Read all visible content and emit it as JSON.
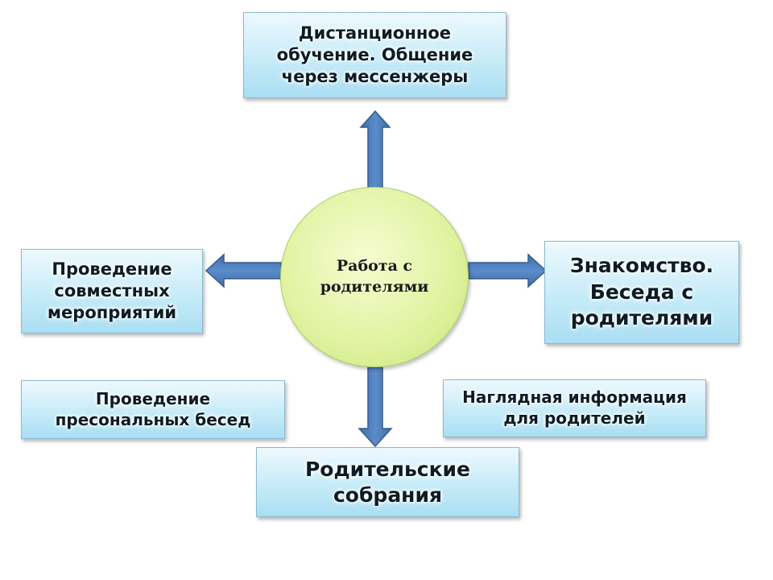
{
  "center": {
    "line1": "Работа с",
    "line2": "родителями"
  },
  "boxes": {
    "top": {
      "line1": "Дистанционное",
      "line2": "обучение. Общение",
      "line3": "через мессенжеры"
    },
    "left": {
      "line1": "Проведение",
      "line2": "совместных",
      "line3": "мероприятий"
    },
    "right": {
      "line1": "Знакомство.",
      "line2": "Беседа с",
      "line3": "родителями"
    },
    "bottom_left": {
      "line1": "Проведение",
      "line2": "пресональных бесед"
    },
    "bottom_right": {
      "line1": "Наглядная информация",
      "line2": "для родителей"
    },
    "bottom": {
      "line1": "Родительские",
      "line2": "собрания"
    }
  },
  "colors": {
    "arrow_fill": "#4f81bd",
    "arrow_stroke": "#385d8a",
    "box_fill": "#c6ebf8",
    "circle_fill": "#e2f3a3"
  }
}
